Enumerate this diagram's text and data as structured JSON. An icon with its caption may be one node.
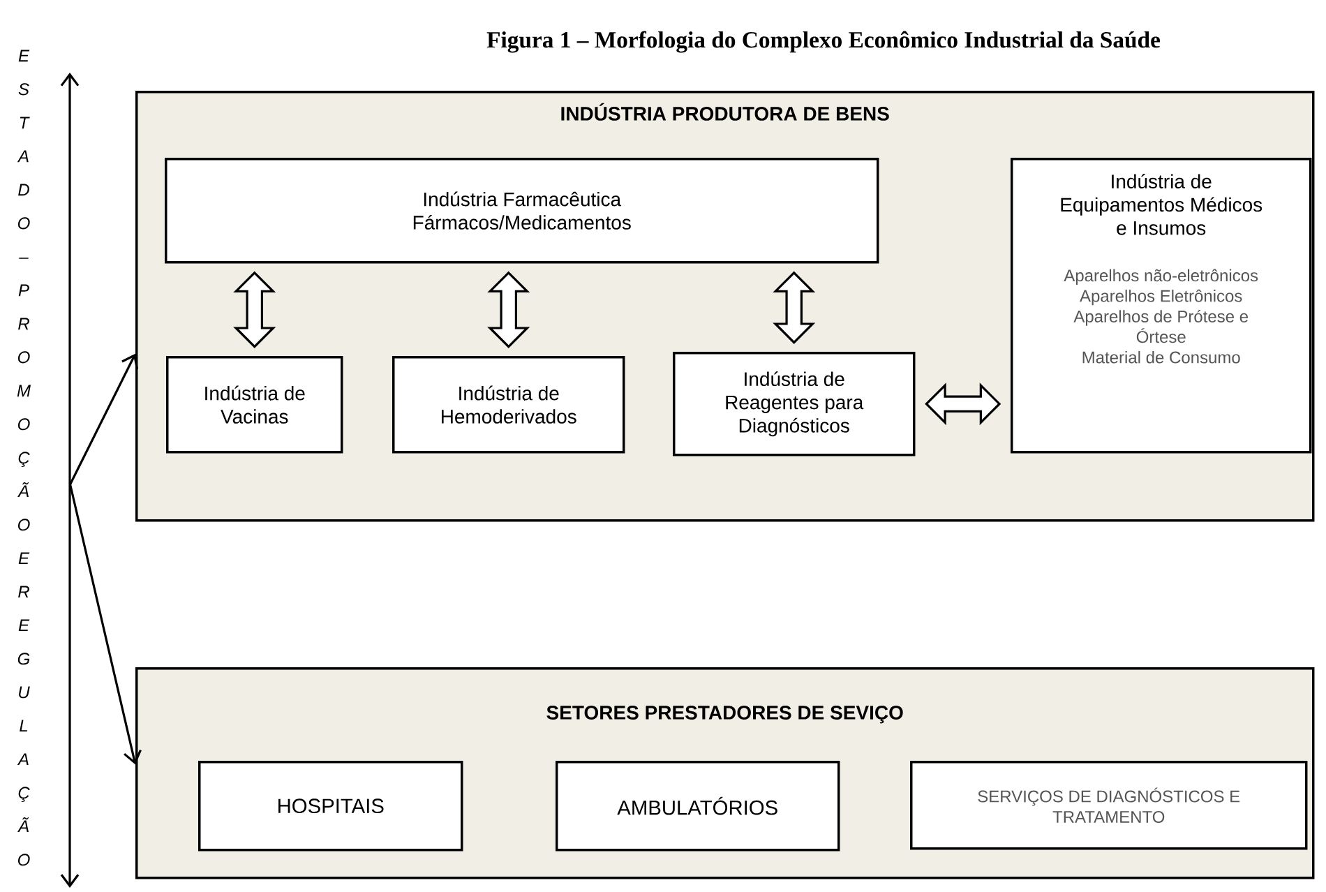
{
  "diagram": {
    "title": "Figura 1 – Morfologia do Complexo Econômico Industrial da Saúde",
    "nodes": [
      {
        "text": [
          "INDÚSTRIA PRODUTORA DE BENS"
        ]
      },
      {
        "text": [
          "Indústria Farmacêutica",
          "Fármacos/Medicamentos"
        ],
        "in": 0
      },
      {
        "text": [
          "Indústria de Vacinas"
        ],
        "in": 0
      },
      {
        "text": [
          "Indústria de Hemoderivados"
        ],
        "in": 0
      },
      {
        "text": [
          "Indústria de Reagentes para Diagnósticos"
        ],
        "in": 0
      },
      {
        "text": [
          "Indústria de Equipamentos Médicos e Insumos",
          "Aparelhos não-eletrônicos",
          "Aparelhos Eletrônicos",
          "Aparelhos de Prótese e Órtese",
          "Material de Consumo"
        ],
        "in": 0
      },
      {
        "text": [
          "SETORES PRESTADORES DE SEVIÇO"
        ]
      },
      {
        "text": [
          "HOSPITAIS"
        ],
        "in": 6
      },
      {
        "text": [
          "AMBULATÓRIOS"
        ],
        "in": 6
      },
      {
        "text": [
          "SERVIÇOS DE DIAGNÓSTICOS E TRATAMENTO"
        ],
        "in": 6
      },
      {
        "text": [
          "ESTADO – PROMOÇÃO E REGULAÇÃO"
        ]
      }
    ],
    "edges": [
      {
        "from": 1,
        "to": 2,
        "arrow": "both",
        "style": "thick"
      },
      {
        "from": 1,
        "to": 3,
        "arrow": "both",
        "style": "thick"
      },
      {
        "from": 1,
        "to": 4,
        "arrow": "both",
        "style": "thick"
      },
      {
        "from": 4,
        "to": 5,
        "arrow": "both",
        "style": "thick"
      },
      {
        "from": 10,
        "to": 0,
        "arrow": "to"
      },
      {
        "from": 10,
        "to": 6,
        "arrow": "to"
      }
    ]
  }
}
